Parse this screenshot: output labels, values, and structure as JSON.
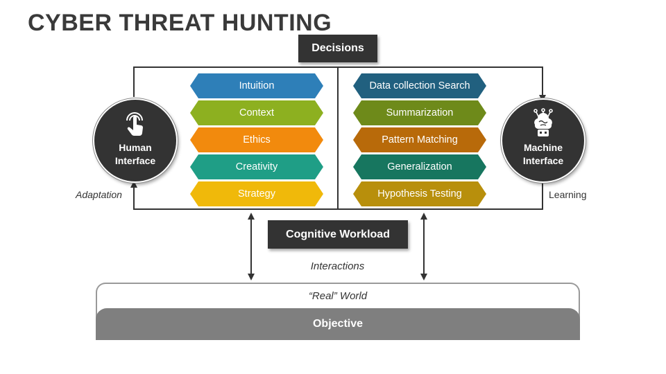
{
  "title": "CYBER THREAT HUNTING",
  "decisions_label": "Decisions",
  "cognitive_label": "Cognitive Workload",
  "interactions_label": "Interactions",
  "real_world_label": "“Real” World",
  "objective_label": "Objective",
  "human": {
    "line1": "Human",
    "line2": "Interface",
    "side_label": "Adaptation",
    "icon": "touch-hand-icon"
  },
  "machine": {
    "line1": "Machine",
    "line2": "Interface",
    "side_label": "Learning",
    "icon": "robot-brain-icon"
  },
  "left_items": [
    {
      "label": "Intuition",
      "color": "#2e7fb8"
    },
    {
      "label": "Context",
      "color": "#8db020"
    },
    {
      "label": "Ethics",
      "color": "#f28a0d"
    },
    {
      "label": "Creativity",
      "color": "#1f9e86"
    },
    {
      "label": "Strategy",
      "color": "#f0b90a"
    }
  ],
  "right_items": [
    {
      "label": "Data collection Search",
      "color": "#21607f"
    },
    {
      "label": "Summarization",
      "color": "#6e8a1a"
    },
    {
      "label": "Pattern Matching",
      "color": "#b86a0a"
    },
    {
      "label": "Generalization",
      "color": "#17765f"
    },
    {
      "label": "Hypothesis Testing",
      "color": "#b88f0c"
    }
  ]
}
